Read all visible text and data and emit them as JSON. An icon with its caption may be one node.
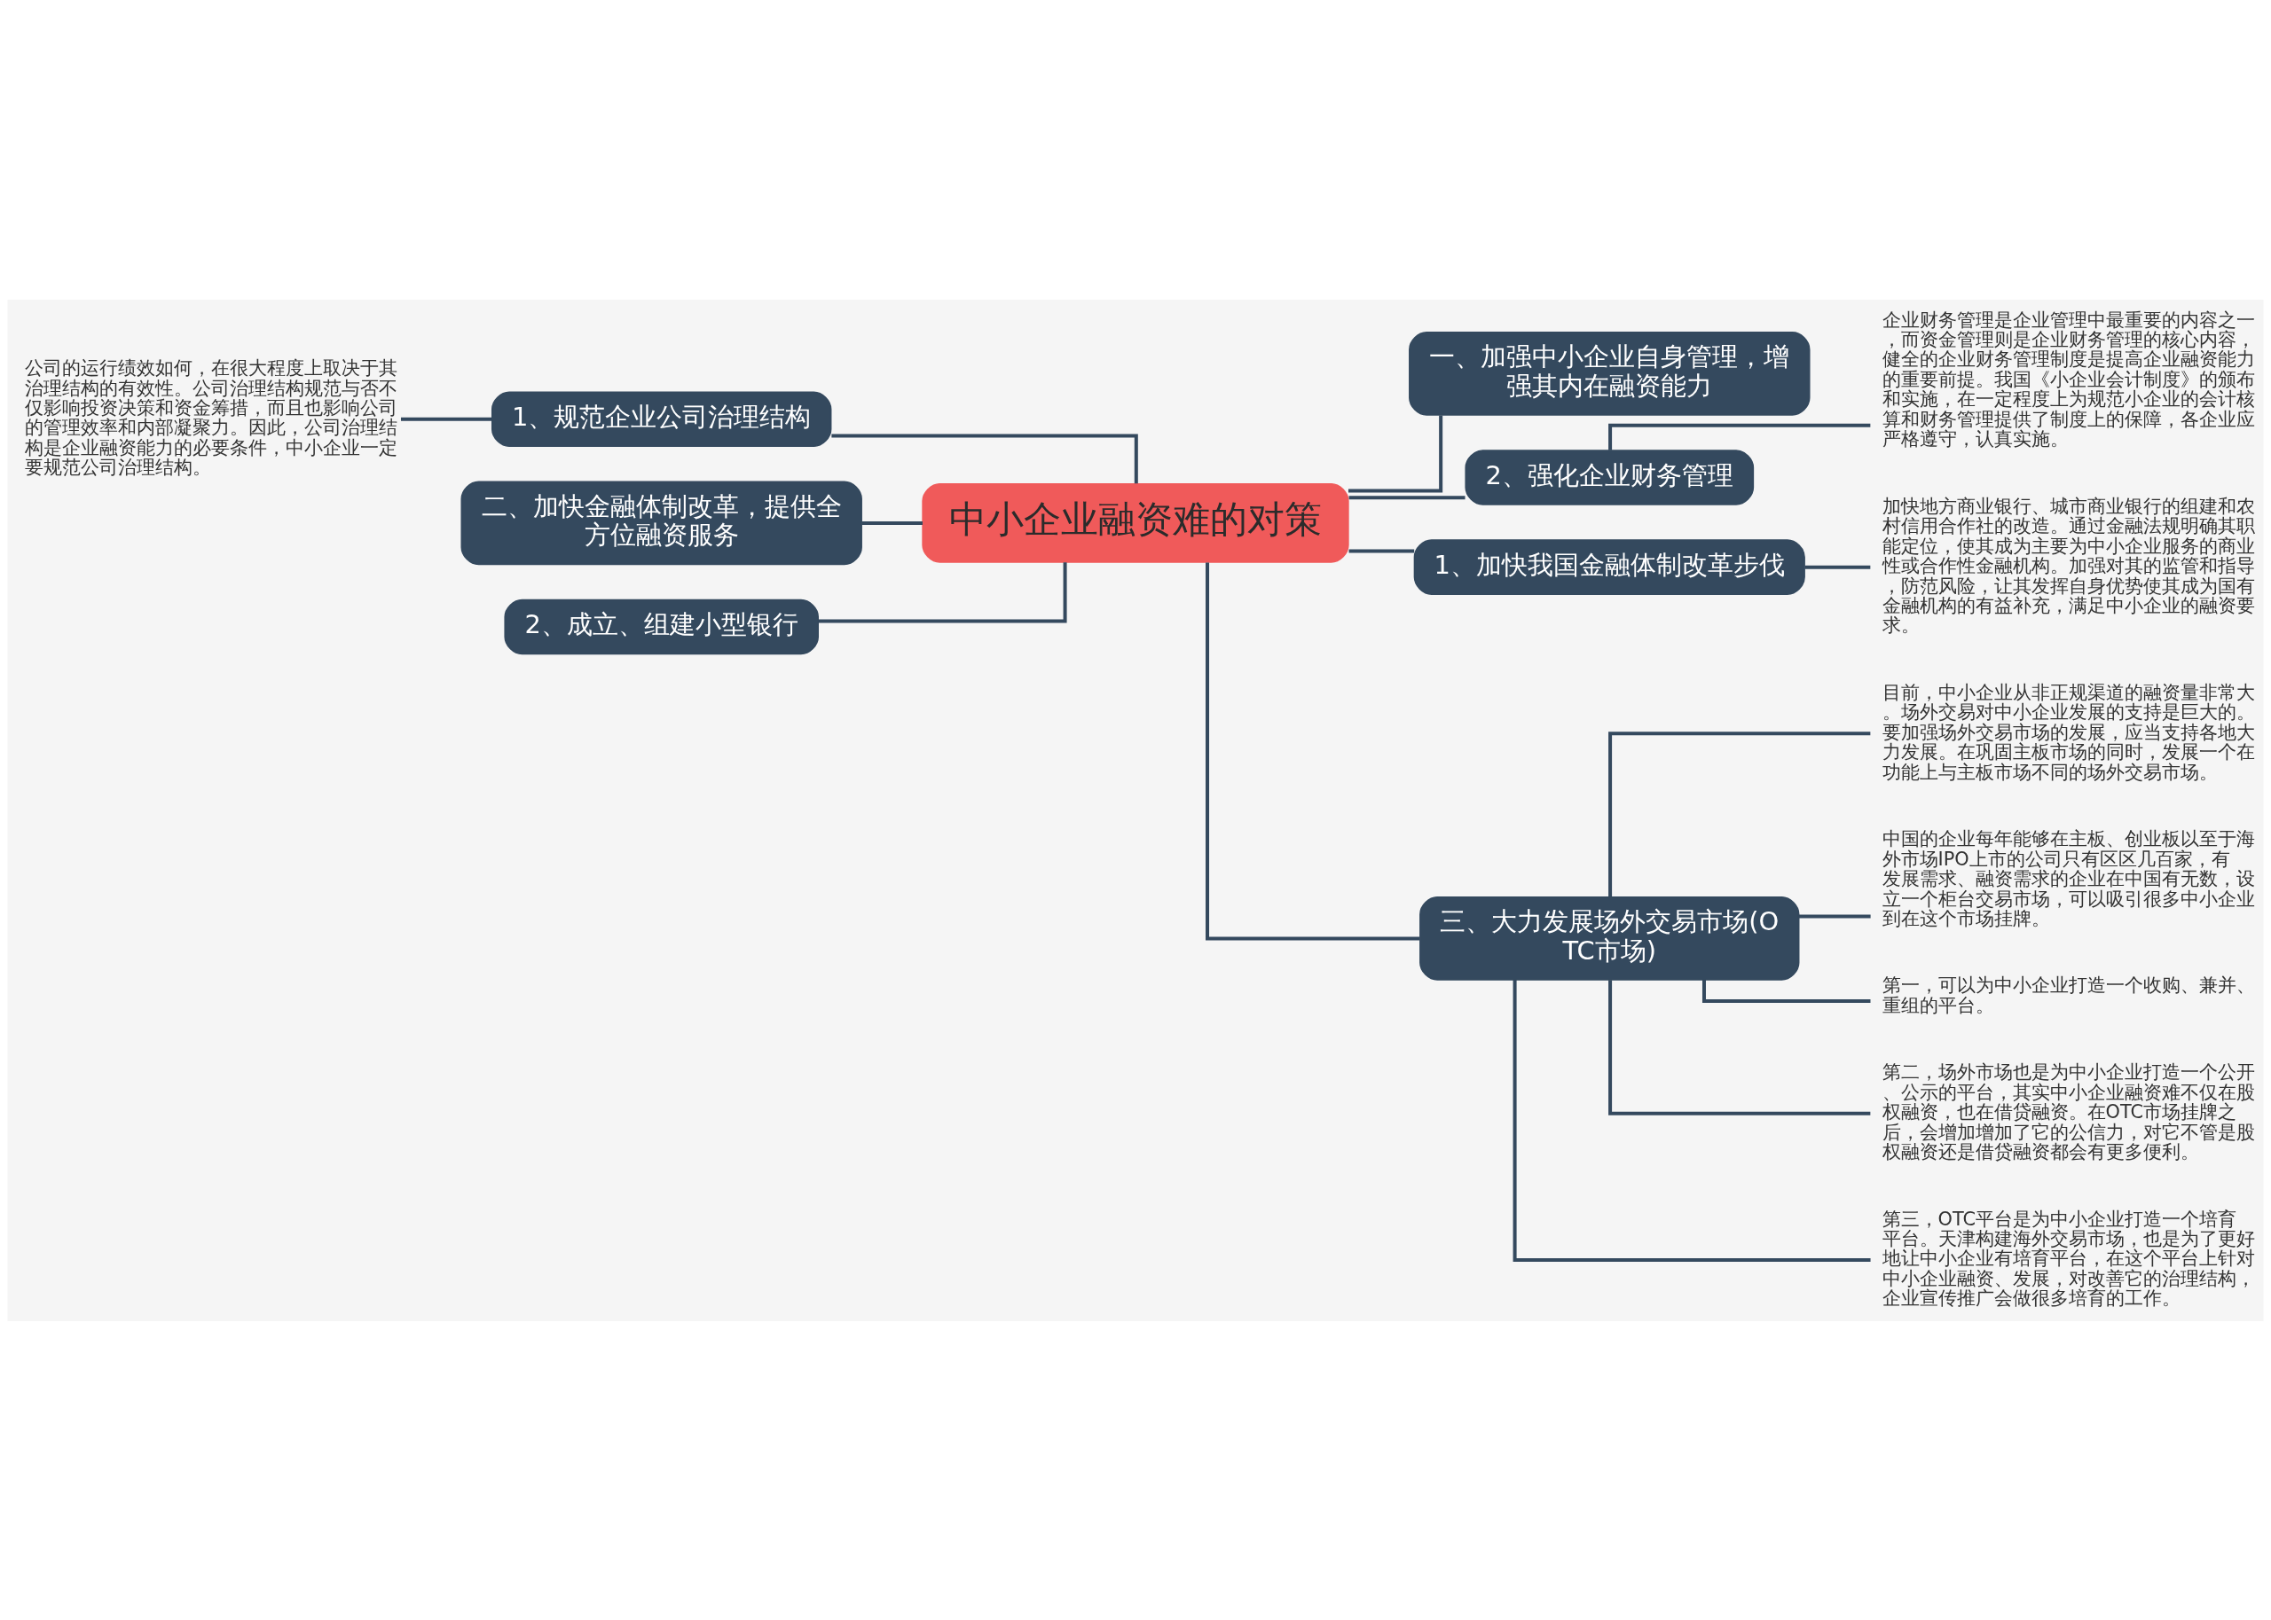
{
  "diagram": {
    "nodes": [
      {
        "text": [
          "中小企业融资难的对策"
        ]
      },
      {
        "text": [
          "一、加强中小企业自身管理，增强其内在融资能力"
        ]
      },
      {
        "text": [
          "2、强化企业财务管理"
        ]
      },
      {
        "text": [
          "企业财务管理是企业管理中最重要的内容之一，而资金管理则是企业财务管理的核心内容，健全的企业财务管理制度是提高企业融资能力的重要前提。我国《小企业会计制度》的颁布和实施，在一定程度上为规范小企业的会计核算和财务管理提供了制度上的保障，各企业应严格遵守，认真实施。"
        ]
      },
      {
        "text": [
          "1、加快我国金融体制改革步伐"
        ]
      },
      {
        "text": [
          "加快地方商业银行、城市商业银行的组建和农村信用合作社的改造。通过金融法规明确其职能定位，使其成为主要为中小企业服务的商业性或合作性金融机构。加强对其的监管和指导，防范风险，让其发挥自身优势使其成为国有金融机构的有益补充，满足中小企业的融资要求。"
        ]
      },
      {
        "text": [
          "三、大力发展场外交易市场(OTC市场)"
        ]
      },
      {
        "text": [
          "目前，中小企业从非正规渠道的融资量非常大。场外交易对中小企业发展的支持是巨大的。要加强场外交易市场的发展，应当支持各地大力发展。在巩固主板市场的同时，发展一个在功能上与主板市场不同的场外交易市场。"
        ]
      },
      {
        "text": [
          "中国的企业每年能够在主板、创业板以至于海外市场IPO上市的公司只有区区几百家，有发展需求、融资需求的企业在中国有无数，设立一个柜台交易市场，可以吸引很多中小企业到在这个市场挂牌。"
        ]
      },
      {
        "text": [
          "第一，可以为中小企业打造一个收购、兼并、重组的平台。"
        ]
      },
      {
        "text": [
          "第二，场外市场也是为中小企业打造一个公开、公示的平台，其实中小企业融资难不仅在股权融资，也在借贷融资。在OTC市场挂牌之后，会增加增加了它的公信力，对它不管是股权融资还是借贷融资都会有更多便利。"
        ]
      },
      {
        "text": [
          "第三，OTC平台是为中小企业打造一个培育平台。天津构建海外交易市场，也是为了更好地让中小企业有培育平台，在这个平台上针对中小企业融资、发展，对改善它的治理结构，企业宣传推广会做很多培育的工作。"
        ]
      },
      {
        "text": [
          "1、规范企业公司治理结构"
        ]
      },
      {
        "text": [
          "公司的运行绩效如何，在很大程度上取决于其治理结构的有效性。公司治理结构规范与否不仅影响投资决策和资金筹措，而且也影响公司的管理效率和内部凝聚力。因此，公司治理结构是企业融资能力的必要条件，中小企业一定要规范公司治理结构。"
        ]
      },
      {
        "text": [
          "二、加快金融体制改革，提供全方位融资服务"
        ]
      },
      {
        "text": [
          "2、成立、组建小型银行"
        ]
      }
    ],
    "edges": [
      {
        "from": 0,
        "to": 1,
        "arrow": "none"
      },
      {
        "from": 0,
        "to": 2,
        "arrow": "none"
      },
      {
        "from": 2,
        "to": 3,
        "arrow": "none"
      },
      {
        "from": 0,
        "to": 4,
        "arrow": "none"
      },
      {
        "from": 4,
        "to": 5,
        "arrow": "none"
      },
      {
        "from": 0,
        "to": 6,
        "arrow": "none"
      },
      {
        "from": 6,
        "to": 7,
        "arrow": "none"
      },
      {
        "from": 6,
        "to": 8,
        "arrow": "none"
      },
      {
        "from": 6,
        "to": 9,
        "arrow": "none"
      },
      {
        "from": 6,
        "to": 10,
        "arrow": "none"
      },
      {
        "from": 6,
        "to": 11,
        "arrow": "none"
      },
      {
        "from": 0,
        "to": 12,
        "arrow": "none"
      },
      {
        "from": 12,
        "to": 13,
        "arrow": "none"
      },
      {
        "from": 0,
        "to": 14,
        "arrow": "none"
      },
      {
        "from": 0,
        "to": 15,
        "arrow": "none"
      }
    ]
  }
}
